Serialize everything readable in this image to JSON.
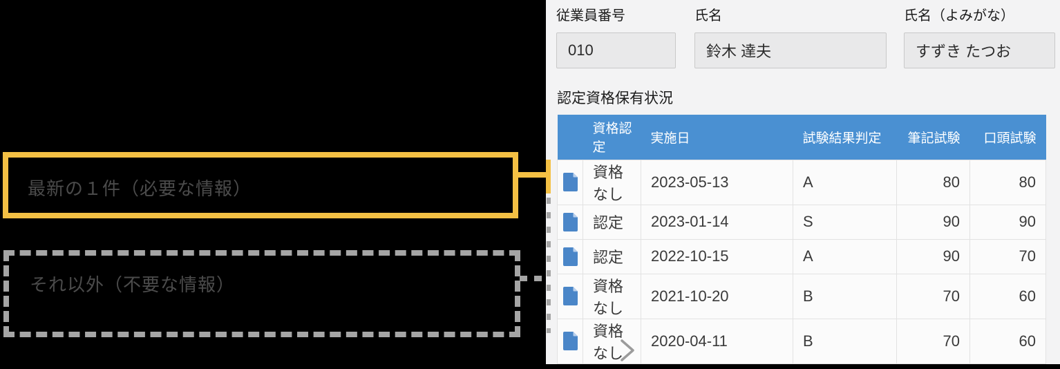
{
  "colors": {
    "accent_orange": "#f4c044",
    "dash_gray": "#a5a5a5",
    "header_blue": "#4a90d2",
    "doc_icon_blue": "#4a86c8"
  },
  "annotations": {
    "latest": "最新の１件（必要な情報）",
    "others": "それ以外（不要な情報）"
  },
  "form": {
    "fields": [
      {
        "label": "従業員番号",
        "value": "010"
      },
      {
        "label": "氏名",
        "value": "鈴木 達夫"
      },
      {
        "label": "氏名（よみがな）",
        "value": "すずき たつお"
      }
    ]
  },
  "section_title": "認定資格保有状況",
  "table": {
    "columns": [
      "",
      "資格認定",
      "実施日",
      "試験結果判定",
      "筆記試験",
      "口頭試験"
    ],
    "rows": [
      {
        "icon": "document-icon",
        "certification": "資格なし",
        "date": "2023-05-13",
        "grade": "A",
        "written": "80",
        "oral": "80"
      },
      {
        "icon": "document-icon",
        "certification": "認定",
        "date": "2023-01-14",
        "grade": "S",
        "written": "90",
        "oral": "90"
      },
      {
        "icon": "document-icon",
        "certification": "認定",
        "date": "2022-10-15",
        "grade": "A",
        "written": "90",
        "oral": "70"
      },
      {
        "icon": "document-icon",
        "certification": "資格なし",
        "date": "2021-10-20",
        "grade": "B",
        "written": "70",
        "oral": "60"
      },
      {
        "icon": "document-icon",
        "certification": "資格なし",
        "date": "2020-04-11",
        "grade": "B",
        "written": "70",
        "oral": "60"
      }
    ]
  }
}
